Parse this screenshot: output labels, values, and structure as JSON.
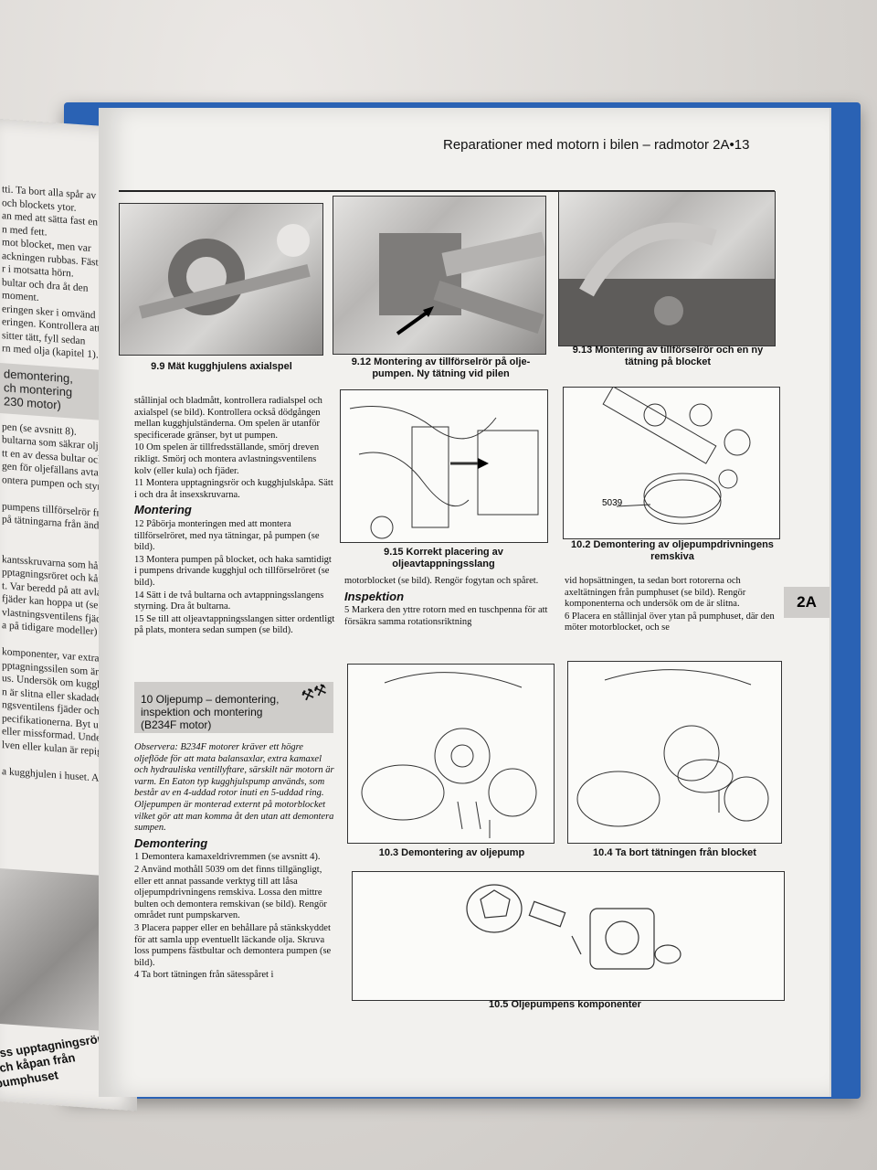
{
  "header": {
    "title": "Reparationer med motorn i bilen – radmotor 2A•13",
    "tab": "2A"
  },
  "left_page": {
    "lines": [
      "tti. Ta bort alla spår av",
      "och blockets ytor.",
      "an med att sätta fast en",
      "n med fett.",
      "mot blocket, men var",
      "ackningen rubbas. Fäst",
      "r i motsatta hörn.",
      "bultar och dra åt den",
      "moment.",
      "eringen sker i omvänd",
      "eringen. Kontrollera att",
      "sitter tätt, fyll sedan",
      "rn med olja (kapitel 1)."
    ],
    "box_lines": [
      "demontering,",
      "ch montering",
      "230 motor)"
    ],
    "lines2": [
      "pen (se avsnitt 8).",
      "bultarna som säkrar olje",
      "tt en av dessa bultar också",
      "gen för oljefällans avtapp",
      "ontera pumpen och styr",
      "",
      "pumpens tillförselrör från",
      "på tätningarna från ändarna",
      "",
      "",
      "kantsskruvarna som håller",
      "pptagningsröret och kåpan",
      "t. Var beredd på att avla",
      "fjäder kan hoppa ut (se bild)",
      "vlastningsventilens fjäder och",
      "a på tidigare modeller)",
      "",
      "komponenter, var extra",
      "pptagningssilen som är",
      "us. Undersök om kugghjulen",
      "n är slitna eller skadade.",
      "ngsventilens fjäder och",
      "pecifikationerna. Byt ut den",
      "eller missformad. Undersök",
      "lven eller kulan är repig eller",
      "",
      "a kugghjulen i huset. Använd"
    ],
    "caption": "loss upptagningsröret och kåpan från pumphuset"
  },
  "figures": {
    "f99": "9.9 Mät kugghjulens axialspel",
    "f912": "9.12 Montering av tillförselrör på olje-pumpen. Ny tätning vid pilen",
    "f913": "9.13 Montering av tillförselrör och en ny tätning på blocket",
    "f915": "9.15 Korrekt placering av oljeavtappningsslang",
    "f102": "10.2 Demontering av oljepumpdrivningens remskiva",
    "f102_label": "5039",
    "f103": "10.3 Demontering av oljepump",
    "f104": "10.4 Ta bort tätningen från blocket",
    "f105": "10.5 Oljepumpens komponenter"
  },
  "col1": {
    "intro": "stållinjal och bladmått, kontrollera radialspel och axialspel (se bild). Kontrollera också dödgången mellan kugghjulständerna. Om spelen är utanför specificerade gränser, byt ut pumpen.",
    "s10": "10 Om spelen är tillfredsställande, smörj dreven rikligt. Smörj och montera avlastningsventilens kolv (eller kula) och fjäder.",
    "s11": "11 Montera upptagningsrör och kugghjulskåpa. Sätt i och dra åt insexskruvarna.",
    "heading": "Montering",
    "s12": "12 Påbörja monteringen med att montera tillförselröret, med nya tätningar, på pumpen (se bild).",
    "s13": "13 Montera pumpen på blocket, och haka samtidigt i pumpens drivande kugghjul och tillförselröret (se bild).",
    "s14": "14 Sätt i de två bultarna och avtappningsslangens styrning. Dra åt bultarna.",
    "s15": "15 Se till att oljeavtappningsslangen sitter ordentligt på plats, montera sedan sumpen (se bild).",
    "box_title": "10 Oljepump – demontering, inspektion och montering (B234F motor)",
    "note": "Observera: B234F motorer kräver ett högre oljeflöde för att mata balansaxlar, extra kamaxel och hydrauliska ventillyftare, särskilt när motorn är varm. En Eaton typ kugghjulspump används, som består av en 4-uddad rotor inuti en 5-uddad ring. Oljepumpen är monterad externt på motorblocket vilket gör att man komma åt den utan att demontera sumpen.",
    "heading2": "Demontering",
    "d1": "1 Demontera kamaxeldrivremmen (se avsnitt 4).",
    "d2": "2 Använd mothåll 5039 om det finns tillgängligt, eller ett annat passande verktyg till att låsa oljepumpdrivningens remskiva. Lossa den mittre bulten och demontera remskivan (se bild). Rengör området runt pumpskarven.",
    "d3": "3 Placera papper eller en behållare på stänkskyddet för att samla upp eventuellt läckande olja. Skruva loss pumpens fästbultar och demontera pumpen (se bild).",
    "d4": "4 Ta bort tätningen från sätesspåret i"
  },
  "col2": {
    "p1": "motorblocket (se bild). Rengör fogytan och spåret.",
    "heading": "Inspektion",
    "p5": "5 Markera den yttre rotorn med en tuschpenna för att försäkra samma rotationsriktning"
  },
  "col3": {
    "p1": "vid hopsättningen, ta sedan bort rotorerna och axeltätningen från pumphuset (se bild). Rengör komponenterna och undersök om de är slitna.",
    "p6": "6 Placera en stållinjal över ytan på pumphuset, där den möter motorblocket, och se"
  }
}
